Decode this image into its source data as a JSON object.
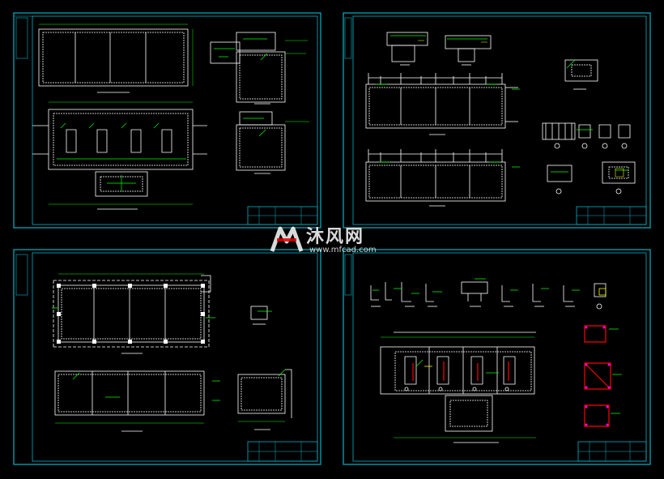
{
  "watermark": {
    "title": "沐风网",
    "url": "www.mfcad.com"
  },
  "colors": {
    "frame": "#00b4c8",
    "line": "#ffffff",
    "dim": "#00ff00",
    "accent": "#ff0000",
    "yellow": "#ffff00",
    "magenta": "#ff00ff"
  },
  "sheets": [
    {
      "name": "sheet-plan-and-sections"
    },
    {
      "name": "sheet-elevations-and-details"
    },
    {
      "name": "sheet-foundation-plan"
    },
    {
      "name": "sheet-reinforcement-details"
    }
  ]
}
